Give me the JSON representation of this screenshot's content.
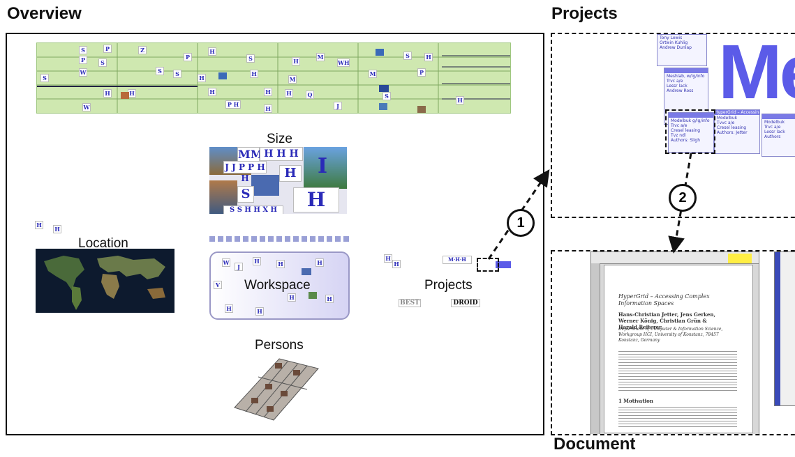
{
  "headings": {
    "overview": "Overview",
    "projects": "Projects",
    "document": "Document"
  },
  "regions": {
    "size": "Size",
    "location": "Location",
    "workspace": "Workspace",
    "projects": "Projects",
    "persons": "Persons"
  },
  "steps": {
    "one": "1",
    "two": "2"
  },
  "projects_view": {
    "big_text": "Me",
    "window_title": "HyperGrid – Accessing C",
    "project_logos": [
      "BEST",
      "DROID"
    ]
  },
  "document_view": {
    "title": "HyperGrid – Accessing Complex Information Spaces",
    "authors": "Hans-Christian Jetter, Jens Gerken, Werner König, Christian Grün & Harald Reiterer",
    "affiliation": "Department of Computer & Information Science, Workgroup HCI, University of Konstanz, 78457 Konstanz, Germany",
    "section": "1 Motivation"
  },
  "colors": {
    "grid_green": "#cfe8b0",
    "workspace_purple": "#d8d6f4",
    "tile_blue": "#2a2ab8",
    "projects_blue": "#5b5be8"
  }
}
